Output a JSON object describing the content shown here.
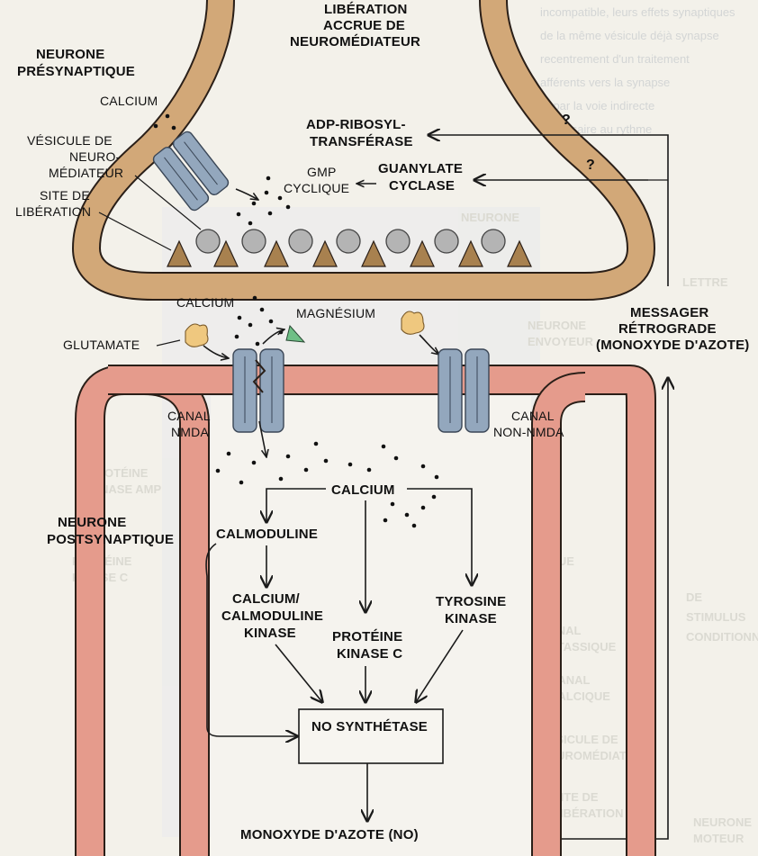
{
  "title": {
    "line1": "LIBÉRATION",
    "line2": "ACCRUE DE",
    "line3": "NEUROMÉDIATEUR"
  },
  "presynaptic": {
    "line1": "NEURONE",
    "line2": "PRÉSYNAPTIQUE"
  },
  "postsynaptic": {
    "line1": "NEURONE",
    "line2": "POSTSYNAPTIQUE"
  },
  "pre_labels": {
    "calcium": "CALCIUM",
    "vesicle1": "VÉSICULE DE",
    "vesicle2": "NEURO-",
    "vesicle3": "MÉDIATEUR",
    "site1": "SITE DE",
    "site2": "LIBÉRATION",
    "adp1": "ADP-RIBOSYL-",
    "adp2": "TRANSFÉRASE",
    "gmp1": "GMP",
    "gmp2": "CYCLIQUE",
    "gc1": "GUANYLATE",
    "gc2": "CYCLASE",
    "question1": "?",
    "question2": "?"
  },
  "synapse_labels": {
    "calcium": "CALCIUM",
    "magnesium": "MAGNÉSIUM",
    "glutamate": "GLUTAMATE",
    "messenger1": "MESSAGER",
    "messenger2": "RÉTROGRADE",
    "messenger3": "(MONOXYDE D'AZOTE)"
  },
  "post_labels": {
    "nmda1": "CANAL",
    "nmda2": "NMDA",
    "nonnmda1": "CANAL",
    "nonnmda2": "NON-NMDA",
    "calcium": "CALCIUM",
    "calmoduline": "CALMODULINE",
    "cck1": "CALCIUM/",
    "cck2": "CALMODULINE",
    "cck3": "KINASE",
    "pkc1": "PROTÉINE",
    "pkc2": "KINASE C",
    "tk1": "TYROSINE",
    "tk2": "KINASE",
    "nos": "NO SYNTHÉTASE",
    "no": "MONOXYDE D'AZOTE (NO)"
  },
  "colors": {
    "pre_membrane": "#d2a878",
    "pre_outline": "#2a1f18",
    "post_membrane": "#e59b8c",
    "channel": "#93a7bd",
    "release_site": "#a8814f",
    "vesicle": "#b4b4b4",
    "glutamate": "#efc87f",
    "magnesium": "#6fbf86"
  }
}
